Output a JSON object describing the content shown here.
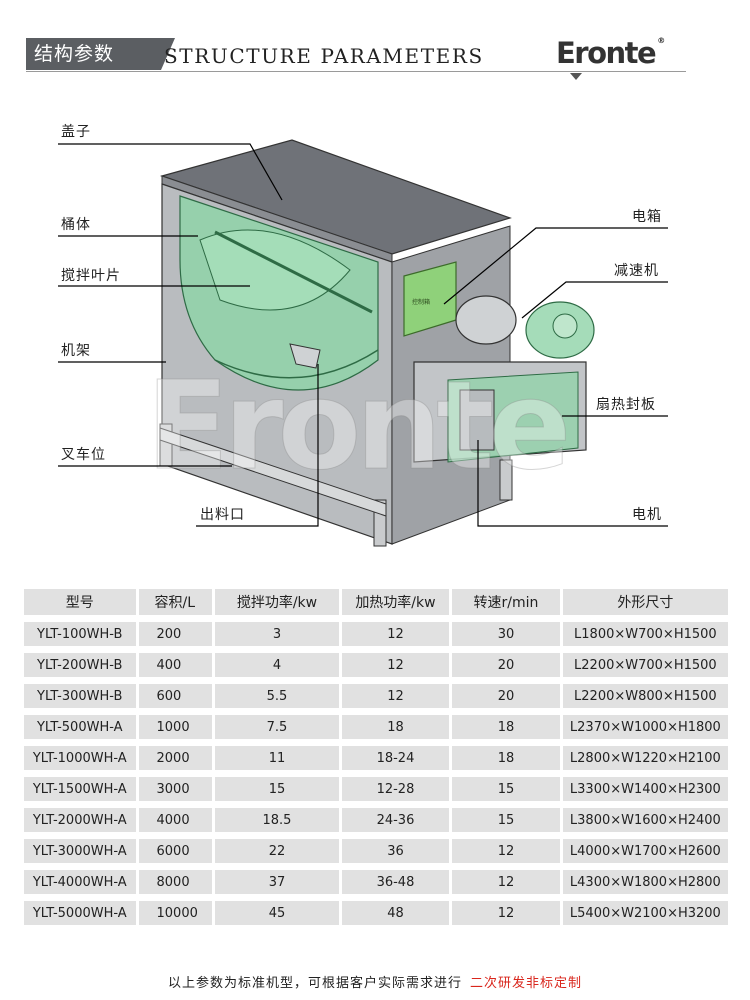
{
  "header": {
    "title_cn": "结构参数",
    "title_en": "STRUCTURE PARAMETERS",
    "logo": "Eronte",
    "logo_mark": "®"
  },
  "diagram": {
    "watermark": "Eronte",
    "control_box_label": "控制箱",
    "labels": {
      "lid": "盖子",
      "barrel": "桶体",
      "blade": "搅拌叶片",
      "frame": "机架",
      "forklift": "叉车位",
      "outlet": "出料口",
      "electric_box": "电箱",
      "reducer": "减速机",
      "heat_plate": "扇热封板",
      "motor": "电机"
    }
  },
  "table": {
    "headers": [
      "型号",
      "容积/L",
      "搅拌功率/kw",
      "加热功率/kw",
      "转速r/min",
      "外形尺寸"
    ],
    "rows": [
      [
        "YLT-100WH-B",
        "200",
        "3",
        "12",
        "30",
        "L1800×W700×H1500"
      ],
      [
        "YLT-200WH-B",
        "400",
        "4",
        "12",
        "20",
        "L2200×W700×H1500"
      ],
      [
        "YLT-300WH-B",
        "600",
        "5.5",
        "12",
        "20",
        "L2200×W800×H1500"
      ],
      [
        "YLT-500WH-A",
        "1000",
        "7.5",
        "18",
        "18",
        "L2370×W1000×H1800"
      ],
      [
        "YLT-1000WH-A",
        "2000",
        "11",
        "18-24",
        "18",
        "L2800×W1220×H2100"
      ],
      [
        "YLT-1500WH-A",
        "3000",
        "15",
        "12-28",
        "15",
        "L3300×W1400×H2300"
      ],
      [
        "YLT-2000WH-A",
        "4000",
        "18.5",
        "24-36",
        "15",
        "L3800×W1600×H2400"
      ],
      [
        "YLT-3000WH-A",
        "6000",
        "22",
        "36",
        "12",
        "L4000×W1700×H2600"
      ],
      [
        "YLT-4000WH-A",
        "8000",
        "37",
        "36-48",
        "12",
        "L4300×W1800×H2800"
      ],
      [
        "YLT-5000WH-A",
        "10000",
        "45",
        "48",
        "12",
        "L5400×W2100×H3200"
      ]
    ]
  },
  "footnote": {
    "text": "以上参数为标准机型，可根据客户实际需求进行",
    "highlight": "二次研发非标定制"
  }
}
